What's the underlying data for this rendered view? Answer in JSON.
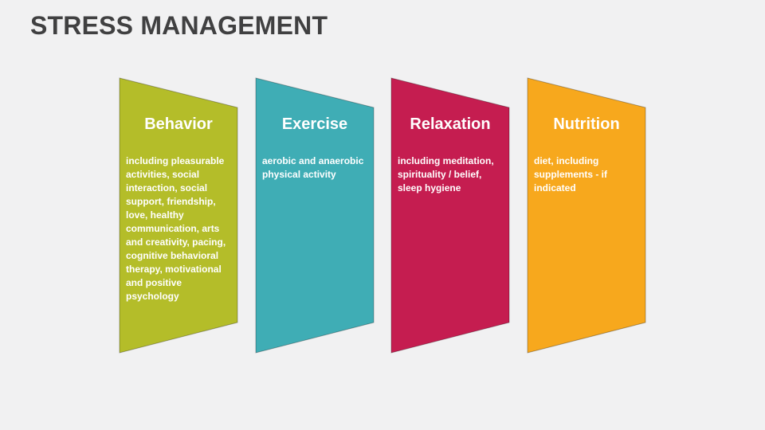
{
  "slide": {
    "title": "STRESS MANAGEMENT",
    "title_color": "#404041",
    "background_color": "#f1f1f2"
  },
  "panels": [
    {
      "id": "behavior",
      "title": "Behavior",
      "body": "including pleasurable activities, social interaction, social support, friendship, love, healthy communication, arts and creativity, pacing, cognitive behavioral therapy, motivational and positive psychology",
      "color": "#b4bd29",
      "text_color": "#ffffff"
    },
    {
      "id": "exercise",
      "title": "Exercise",
      "body": "aerobic and anaerobic physical activity",
      "color": "#3fadb5",
      "text_color": "#ffffff"
    },
    {
      "id": "relaxation",
      "title": "Relaxation",
      "body": "including meditation, spirituality / belief, sleep hygiene",
      "color": "#c51d50",
      "text_color": "#ffffff"
    },
    {
      "id": "nutrition",
      "title": "Nutrition",
      "body": "diet, including supplements - if indicated",
      "color": "#f7a81d",
      "text_color": "#ffffff"
    }
  ]
}
